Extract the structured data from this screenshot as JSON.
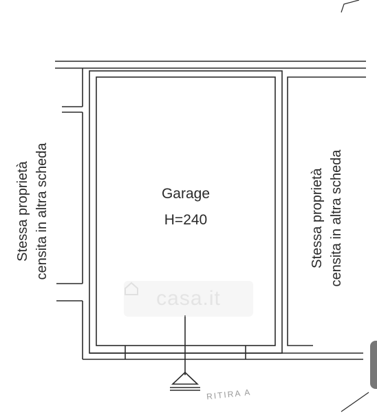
{
  "room": {
    "name": "Garage",
    "height": "H=240"
  },
  "left_note": {
    "line1": "Stessa proprietà",
    "line2": "censita in altra scheda"
  },
  "right_note": {
    "line1": "Stessa proprietà",
    "line2": "censita in altra scheda"
  },
  "watermark": {
    "text": "casa.it"
  },
  "stamp": {
    "text": "RITIRA A"
  },
  "colors": {
    "ink": "#2a2a2a",
    "watermark": "#e4e4e4",
    "background": "#ffffff"
  }
}
